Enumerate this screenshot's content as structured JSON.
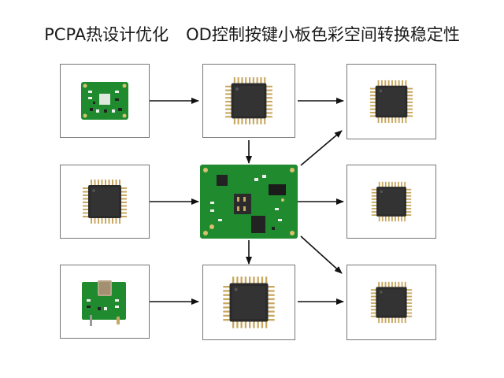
{
  "title": {
    "part1": "PCPA热设计优化",
    "part2": "OD控制按键小板色彩空间转换稳定性"
  },
  "nodes": [
    {
      "id": "left-top",
      "icon": "small-pcb-board-icon"
    },
    {
      "id": "left-middle",
      "icon": "qfp-chip-icon"
    },
    {
      "id": "left-bottom",
      "icon": "pcb-with-crystal-icon"
    },
    {
      "id": "center-top",
      "icon": "qfp-chip-icon"
    },
    {
      "id": "center",
      "icon": "control-key-board-icon"
    },
    {
      "id": "center-bottom",
      "icon": "qfp-chip-icon"
    },
    {
      "id": "right-top",
      "icon": "qfp-chip-icon"
    },
    {
      "id": "right-middle",
      "icon": "qfp-chip-icon"
    },
    {
      "id": "right-bottom",
      "icon": "qfp-chip-icon"
    }
  ],
  "colors": {
    "pcb_green": "#1f8a2e",
    "chip_black": "#2b2b2b",
    "pin_gold": "#c8a860",
    "arrow": "#111111"
  }
}
